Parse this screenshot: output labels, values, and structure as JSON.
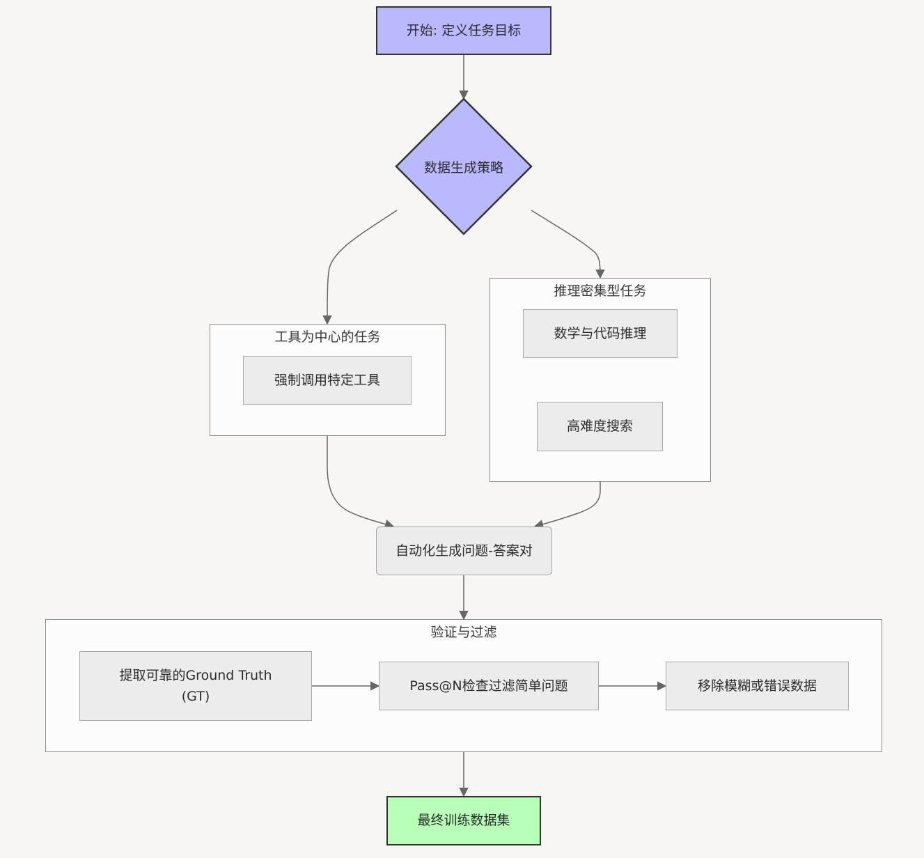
{
  "diagram": {
    "start": {
      "label": "开始: 定义任务目标"
    },
    "decision": {
      "label": "数据生成策略"
    },
    "tool_group": {
      "title": "工具为中心的任务",
      "force_tool": "强制调用特定工具"
    },
    "reasoning_group": {
      "title": "推理密集型任务",
      "math_code": "数学与代码推理",
      "hard_search": "高难度搜索"
    },
    "qa_pairs": {
      "label": "自动化生成问题-答案对"
    },
    "verify_group": {
      "title": "验证与过滤",
      "extract_gt_line1": "提取可靠的Ground Truth",
      "extract_gt_line2": "(GT)",
      "pass_n": "Pass@N检查过滤简单问题",
      "remove_bad": "移除模糊或错误数据"
    },
    "final": {
      "label": "最终训练数据集"
    }
  },
  "colors": {
    "background": "#f7f6f3",
    "start_fill": "#b9b9ff",
    "decision_fill": "#b9b9ff",
    "end_fill": "#b7ffb7",
    "node_fill": "#ececec",
    "cluster_fill": "#fcfcfc",
    "edge": "#666666"
  }
}
